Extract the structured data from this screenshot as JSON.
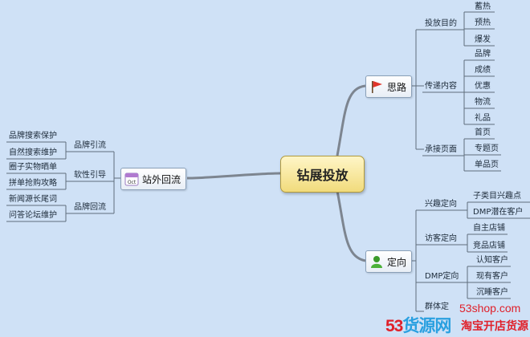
{
  "center": "钻展投放",
  "branches": {
    "silu": {
      "label": "思路",
      "icon": "red-flag-icon",
      "groups": [
        {
          "label": "投放目的",
          "items": [
            "蓄热",
            "预热",
            "爆发"
          ]
        },
        {
          "label": "传递内容",
          "items": [
            "品牌",
            "成绩",
            "优惠",
            "物流",
            "礼品"
          ]
        },
        {
          "label": "承接页面",
          "items": [
            "首页",
            "专题页",
            "单品页"
          ]
        }
      ]
    },
    "dingxiang": {
      "label": "定向",
      "icon": "person-icon",
      "groups": [
        {
          "label": "兴趣定向",
          "items": [
            "子类目兴趣点",
            "DMP潜在客户"
          ]
        },
        {
          "label": "访客定向",
          "items": [
            "自主店铺",
            "竞品店铺"
          ]
        },
        {
          "label": "DMP定向",
          "items": [
            "认知客户",
            "现有客户",
            "沉睡客户"
          ]
        },
        {
          "label": "群体定",
          "items": []
        }
      ]
    },
    "zhanwai": {
      "label": "站外回流",
      "icon": "calendar-icon",
      "icon_text": "Oct",
      "groups": [
        {
          "label": "品牌引流",
          "items": [
            "品牌搜索保护",
            "自然搜索维护"
          ]
        },
        {
          "label": "软性引导",
          "items": [
            "圈子实物晒单",
            "拼单抢购攻略"
          ]
        },
        {
          "label": "品牌回流",
          "items": [
            "新闻源长尾词",
            "问答论坛维护"
          ]
        }
      ]
    }
  },
  "watermark": {
    "site": "53shop.com",
    "brand_a": "53",
    "brand_b": "货源网",
    "slogan": "淘宝开店货源"
  }
}
